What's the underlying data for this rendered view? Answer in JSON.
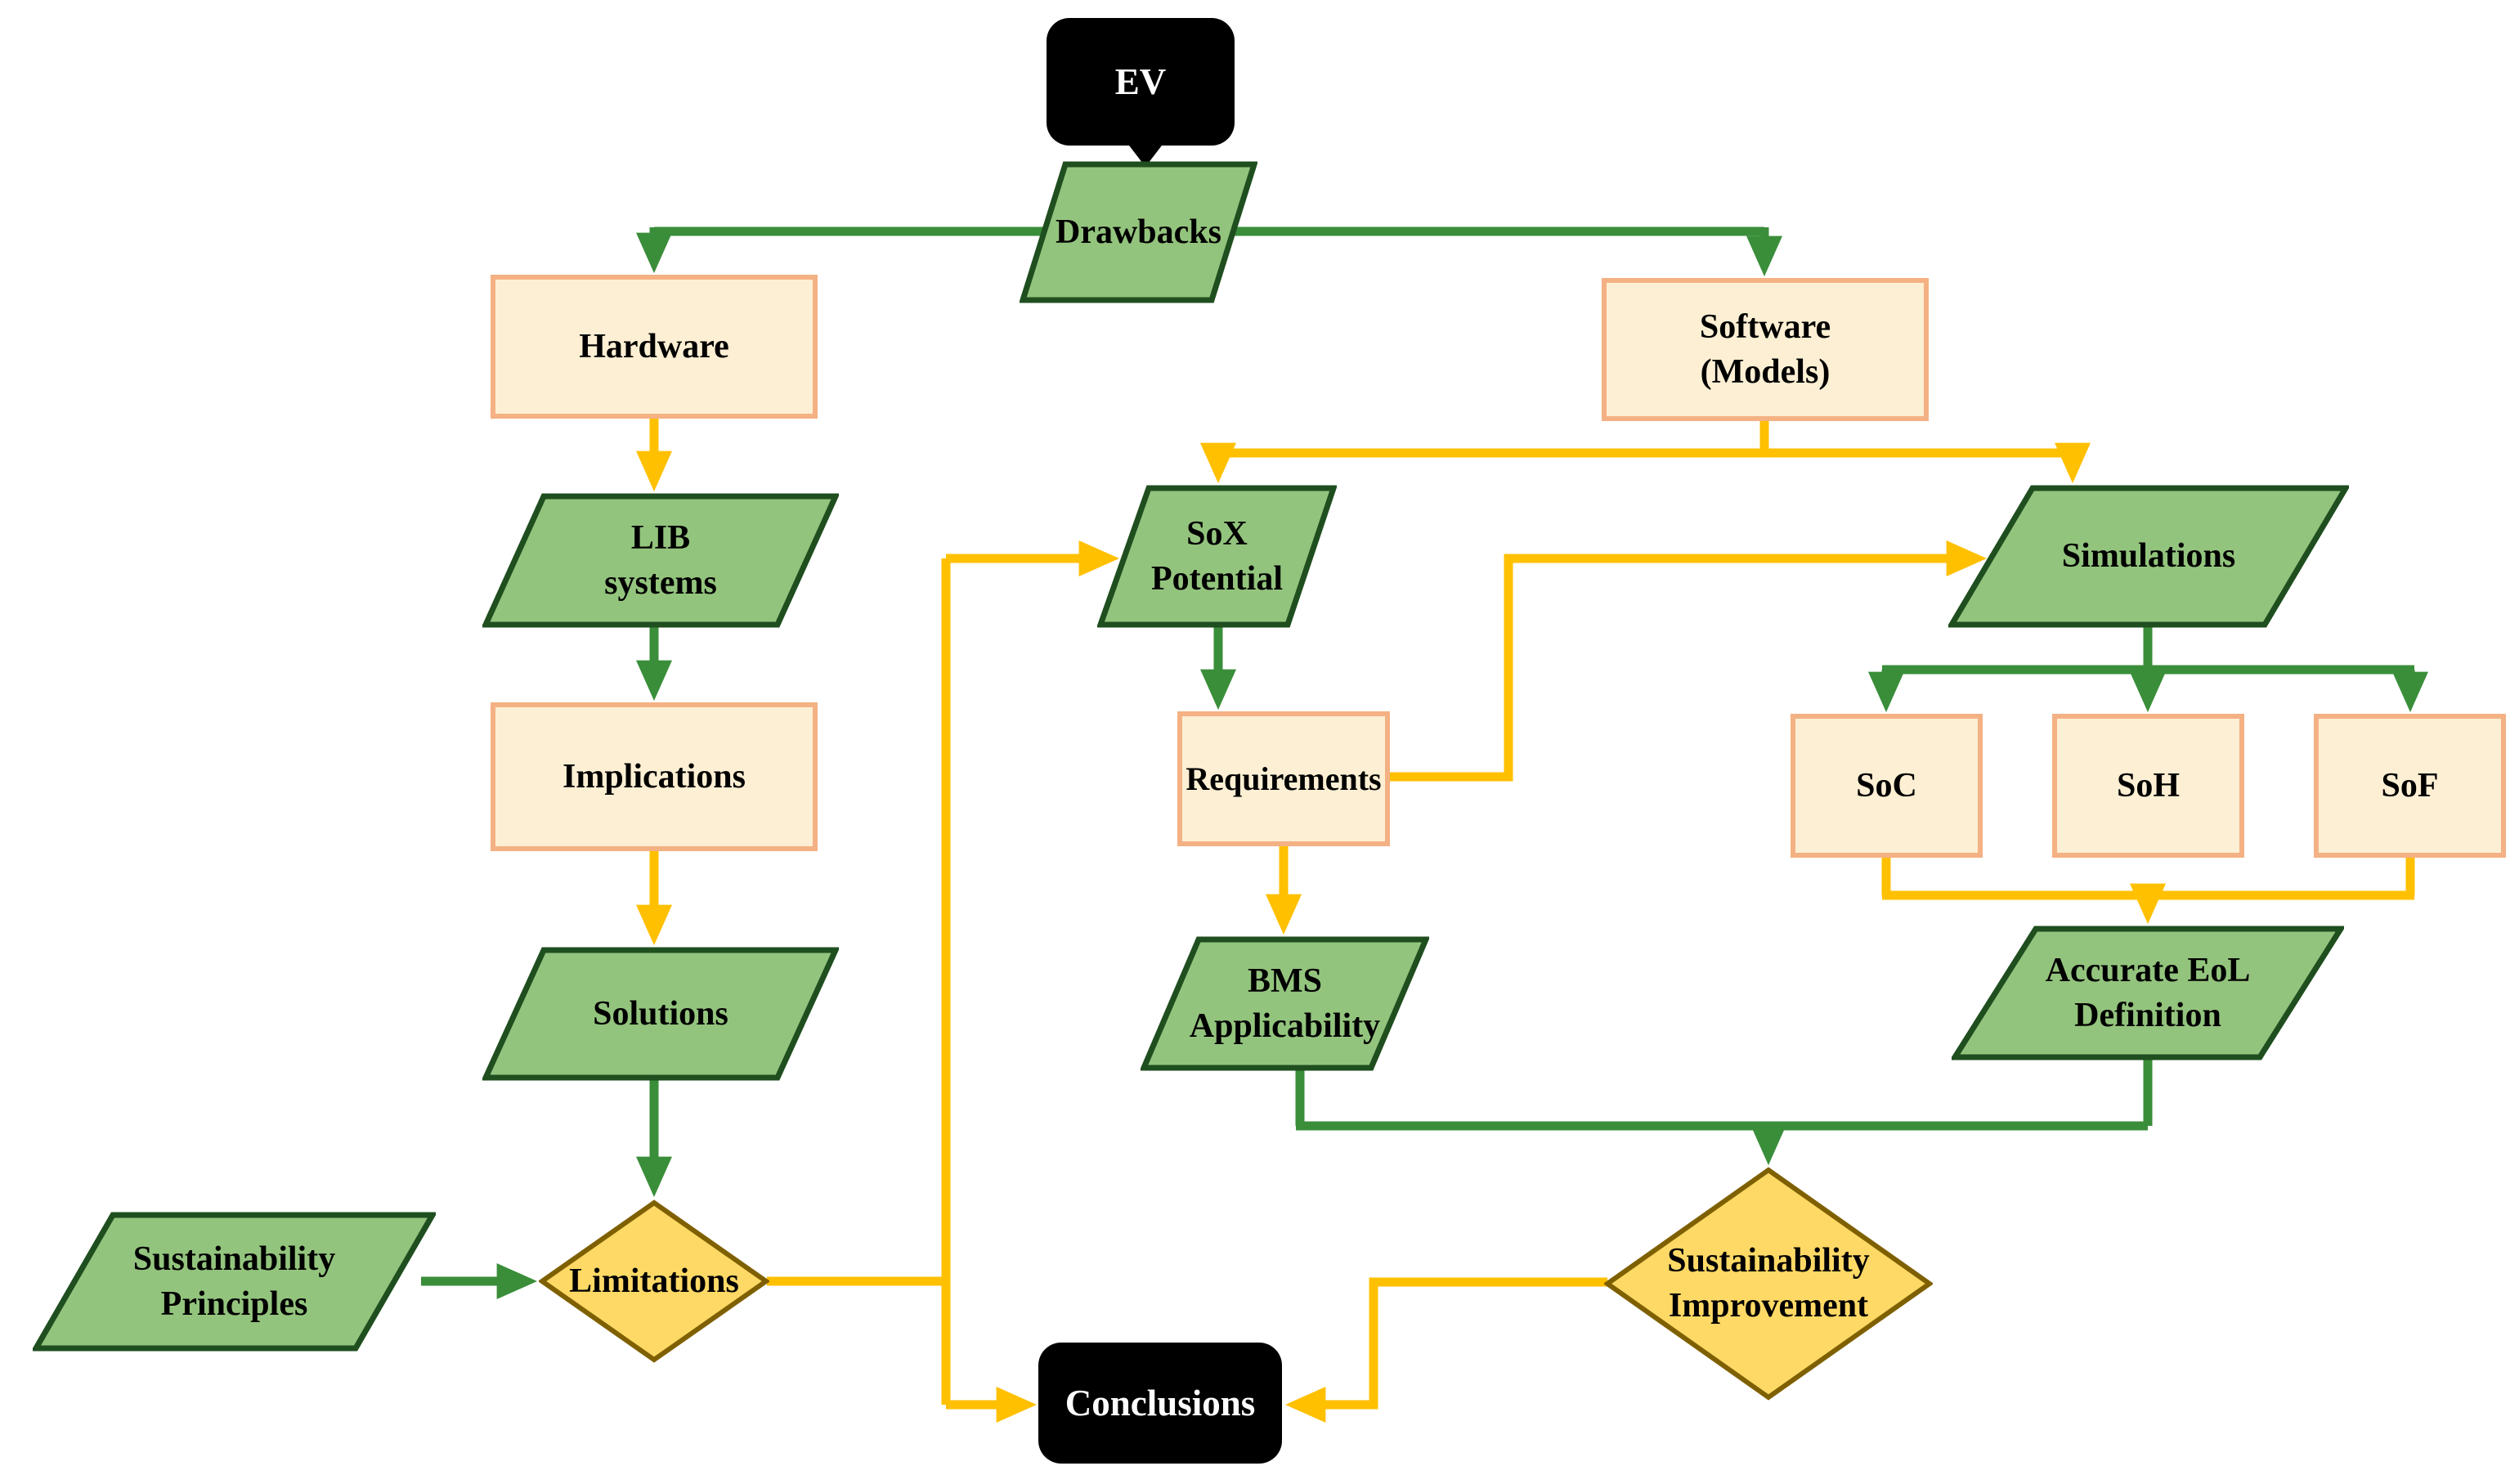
{
  "diagram": {
    "title": "EV battery drawbacks flowchart",
    "nodes": {
      "ev": {
        "label": "EV",
        "shape": "terminator",
        "fill": "#000000"
      },
      "drawbacks": {
        "label": "Drawbacks",
        "shape": "parallelogram",
        "fill": "#93C47D"
      },
      "hardware": {
        "label": "Hardware",
        "shape": "rectangle",
        "fill": "#FDEFD3"
      },
      "lib": {
        "label": "LIB\nsystems",
        "shape": "parallelogram",
        "fill": "#93C47D"
      },
      "implications": {
        "label": "Implications",
        "shape": "rectangle",
        "fill": "#FDEFD3"
      },
      "solutions": {
        "label": "Solutions",
        "shape": "parallelogram",
        "fill": "#93C47D"
      },
      "sustainability_principles": {
        "label": "Sustainability\nPrinciples",
        "shape": "parallelogram",
        "fill": "#93C47D"
      },
      "limitations": {
        "label": "Limitations",
        "shape": "diamond",
        "fill": "#FFD966"
      },
      "software": {
        "label": "Software\n(Models)",
        "shape": "rectangle",
        "fill": "#FDEFD3"
      },
      "sox": {
        "label": "SoX\nPotential",
        "shape": "parallelogram",
        "fill": "#93C47D"
      },
      "requirements": {
        "label": "Requirements",
        "shape": "rectangle",
        "fill": "#FDEFD3"
      },
      "bms": {
        "label": "BMS\nApplicability",
        "shape": "parallelogram",
        "fill": "#93C47D"
      },
      "simulations": {
        "label": "Simulations",
        "shape": "parallelogram",
        "fill": "#93C47D"
      },
      "soc": {
        "label": "SoC",
        "shape": "rectangle",
        "fill": "#FDEFD3"
      },
      "soh": {
        "label": "SoH",
        "shape": "rectangle",
        "fill": "#FDEFD3"
      },
      "sof": {
        "label": "SoF",
        "shape": "rectangle",
        "fill": "#FDEFD3"
      },
      "eol": {
        "label": "Accurate EoL\nDefinition",
        "shape": "parallelogram",
        "fill": "#93C47D"
      },
      "si": {
        "label": "Sustainability\nImprovement",
        "shape": "diamond",
        "fill": "#FFD966"
      },
      "conclusions": {
        "label": "Conclusions",
        "shape": "terminator",
        "fill": "#000000"
      }
    },
    "edges": [
      {
        "from": "EV",
        "to": "Drawbacks",
        "color": "#000000",
        "style": "callout-pointer"
      },
      {
        "from": "Drawbacks",
        "to": "Hardware",
        "color": "#3A8E3A"
      },
      {
        "from": "Drawbacks",
        "to": "Software (Models)",
        "color": "#3A8E3A"
      },
      {
        "from": "Hardware",
        "to": "LIB systems",
        "color": "#FFC000"
      },
      {
        "from": "LIB systems",
        "to": "Implications",
        "color": "#3A8E3A"
      },
      {
        "from": "Implications",
        "to": "Solutions",
        "color": "#FFC000"
      },
      {
        "from": "Solutions",
        "to": "Limitations",
        "color": "#3A8E3A"
      },
      {
        "from": "Sustainability Principles",
        "to": "Limitations",
        "color": "#3A8E3A"
      },
      {
        "from": "Limitations",
        "to": "SoX Potential",
        "color": "#FFC000"
      },
      {
        "from": "Limitations",
        "to": "Conclusions",
        "color": "#FFC000"
      },
      {
        "from": "Software (Models)",
        "to": "SoX Potential",
        "color": "#FFC000"
      },
      {
        "from": "Software (Models)",
        "to": "Simulations",
        "color": "#FFC000"
      },
      {
        "from": "SoX Potential",
        "to": "Requirements",
        "color": "#3A8E3A"
      },
      {
        "from": "Requirements",
        "to": "BMS Applicability",
        "color": "#FFC000"
      },
      {
        "from": "Requirements",
        "to": "Simulations",
        "color": "#FFC000"
      },
      {
        "from": "Simulations",
        "to": "SoC",
        "color": "#3A8E3A"
      },
      {
        "from": "Simulations",
        "to": "SoH",
        "color": "#3A8E3A"
      },
      {
        "from": "Simulations",
        "to": "SoF",
        "color": "#3A8E3A"
      },
      {
        "from": "SoC",
        "to": "Accurate EoL Definition",
        "color": "#FFC000"
      },
      {
        "from": "SoF",
        "to": "Accurate EoL Definition",
        "color": "#FFC000"
      },
      {
        "from": "BMS Applicability",
        "to": "Sustainability Improvement",
        "color": "#3A8E3A"
      },
      {
        "from": "Accurate EoL Definition",
        "to": "Sustainability Improvement",
        "color": "#3A8E3A"
      },
      {
        "from": "Sustainability Improvement",
        "to": "Conclusions",
        "color": "#FFC000"
      }
    ],
    "colors": {
      "green_shape_fill": "#93C47D",
      "green_shape_border": "#1F4E1F",
      "cream_fill": "#FDEFD3",
      "cream_border": "#F4B183",
      "diamond_fill": "#FFD966",
      "diamond_border": "#7F6000",
      "arrow_green": "#3A8E3A",
      "arrow_yellow": "#FFC000",
      "terminal_black": "#000000"
    }
  }
}
